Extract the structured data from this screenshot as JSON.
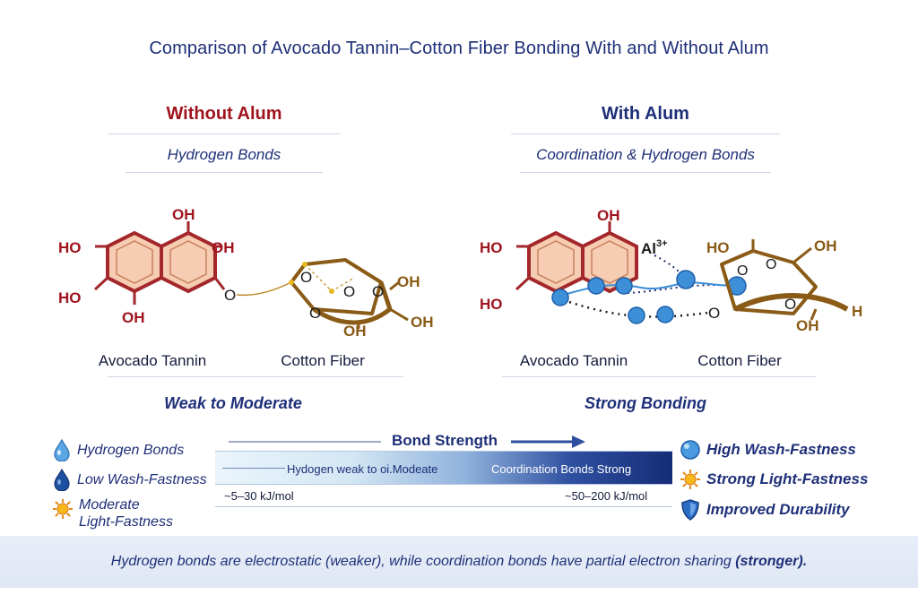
{
  "title": "Comparison of Avocado Tannin–Cotton Fiber Bonding With and Without Alum",
  "left": {
    "heading": "Without Alum",
    "subheading": "Hydrogen Bonds",
    "tannin_label": "Avocado Tannin",
    "fiber_label": "Cotton Fiber",
    "strength": "Weak to Moderate",
    "atoms": {
      "oh_top": "OH",
      "ho_left_top": "HO",
      "oh_right": "OH",
      "ho_left_bottom": "HO",
      "oh_bottom": "OH",
      "o_link": "O",
      "fiber_o1": "O",
      "fiber_o2": "O",
      "fiber_o3": "O",
      "fiber_o4": "O",
      "fiber_oh1": "OH",
      "fiber_oh2": "OH",
      "fiber_oh3": "OH"
    }
  },
  "right": {
    "heading": "With Alum",
    "subheading": "Coordination & Hydrogen Bonds",
    "tannin_label": "Avocado Tannin",
    "fiber_label": "Cotton Fiber",
    "strength": "Strong Bonding",
    "atoms": {
      "oh_top": "OH",
      "ho_top": "HO",
      "ho_bottom": "HO",
      "al": "Al",
      "al_charge": "3+",
      "fiber_ho": "HO",
      "fiber_oh_top": "OH",
      "fiber_o1": "O",
      "fiber_o2": "O",
      "fiber_o3": "O",
      "fiber_o4": "O",
      "fiber_oh_bottom": "OH",
      "fiber_h": "H"
    }
  },
  "bond_bar": {
    "title": "Bond Strength",
    "inner_left": "Hydogen weak to oi.Modeate",
    "inner_right": "Coordination Bonds  Strong",
    "energy_left": "~5–30 kJ/mol",
    "energy_right": "~50–200 kJ/mol"
  },
  "legend_left": [
    {
      "icon": "water-drop-icon",
      "label": "Hydrogen Bonds"
    },
    {
      "icon": "dark-drop-icon",
      "label": "Low Wash-Fastness"
    },
    {
      "icon": "sun-icon",
      "label": "Moderate\nLight-Fastness"
    }
  ],
  "legend_right": [
    {
      "icon": "blue-sphere-icon",
      "label": "High Wash-Fastness"
    },
    {
      "icon": "sun-icon",
      "label": "Strong Light-Fastness"
    },
    {
      "icon": "shield-icon",
      "label": "Improved Durability"
    }
  ],
  "footer": {
    "text_before": "Hydrogen bonds are electrostatic (weaker), while coordination bonds have partial electron sharing ",
    "text_bold": "(stronger).",
    "text_after": ""
  },
  "colors": {
    "navy": "#1e2f78",
    "red": "#a0141e",
    "ring_fill": "#f6cdb2",
    "ring_stroke": "#a3272b",
    "fiber": "#8a5b16",
    "sphere": "#3d8fd8"
  }
}
